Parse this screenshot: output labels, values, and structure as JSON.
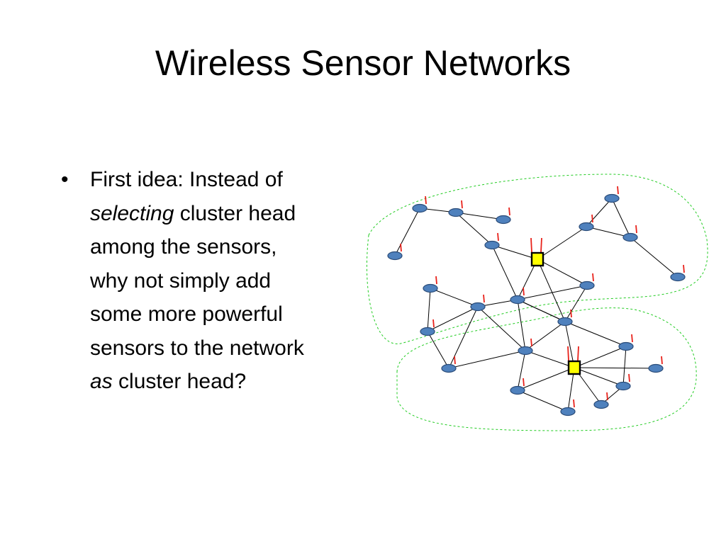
{
  "slide": {
    "title": "Wireless Sensor Networks",
    "bullet": {
      "marker": "•",
      "parts": [
        "First idea: Instead of ",
        "selecting",
        " cluster head among the sensors, why not simply add some more powerful sensors to the network ",
        "as",
        " cluster head?"
      ]
    }
  },
  "diagram": {
    "colors": {
      "sensor_fill": "#4f81bd",
      "antenna": "#e8221b",
      "cluster_head_fill": "#ffff00",
      "cluster_border": "#22cc22"
    },
    "icons": [
      "sensor-node-icon",
      "antenna-icon",
      "cluster-head-icon"
    ]
  }
}
